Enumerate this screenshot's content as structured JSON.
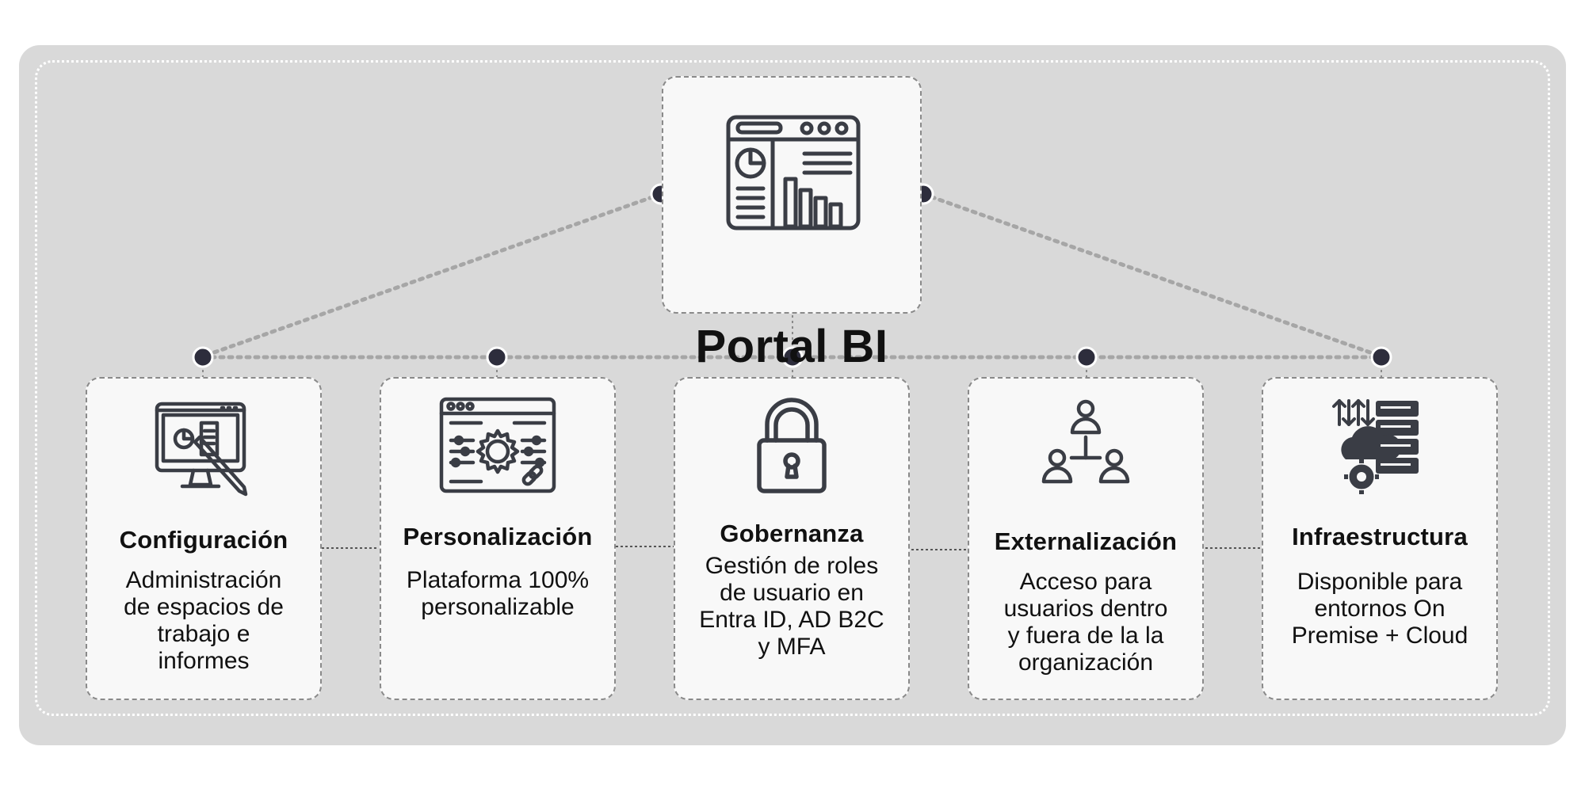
{
  "main": {
    "title": "Portal BI",
    "icon": "bi-dashboard-icon"
  },
  "cards": [
    {
      "title": "Configuración",
      "icon": "monitor-pen-icon",
      "lines": [
        "Administración",
        "de espacios de",
        "trabajo e",
        "informes"
      ]
    },
    {
      "title": "Personalización",
      "icon": "settings-window-icon",
      "lines": [
        "Plataforma 100%",
        "personalizable"
      ]
    },
    {
      "title": "Gobernanza",
      "icon": "padlock-icon",
      "lines": [
        "Gestión de roles",
        "de usuario en",
        "Entra ID, AD B2C",
        "y MFA"
      ]
    },
    {
      "title": "Externalización",
      "icon": "user-network-icon",
      "lines": [
        "Acceso para",
        "usuarios dentro",
        "y fuera de la la",
        "organización"
      ]
    },
    {
      "title": "Infraestructura",
      "icon": "cloud-server-icon",
      "lines": [
        "Disponible para",
        "entornos On",
        "Premise + Cloud"
      ]
    }
  ],
  "colors": {
    "panel": "#d9d9d9",
    "card_bg": "#f8f8f8",
    "node": "#2d2d3c",
    "icon": "#3a3d45",
    "connector": "#a6a6a6"
  }
}
